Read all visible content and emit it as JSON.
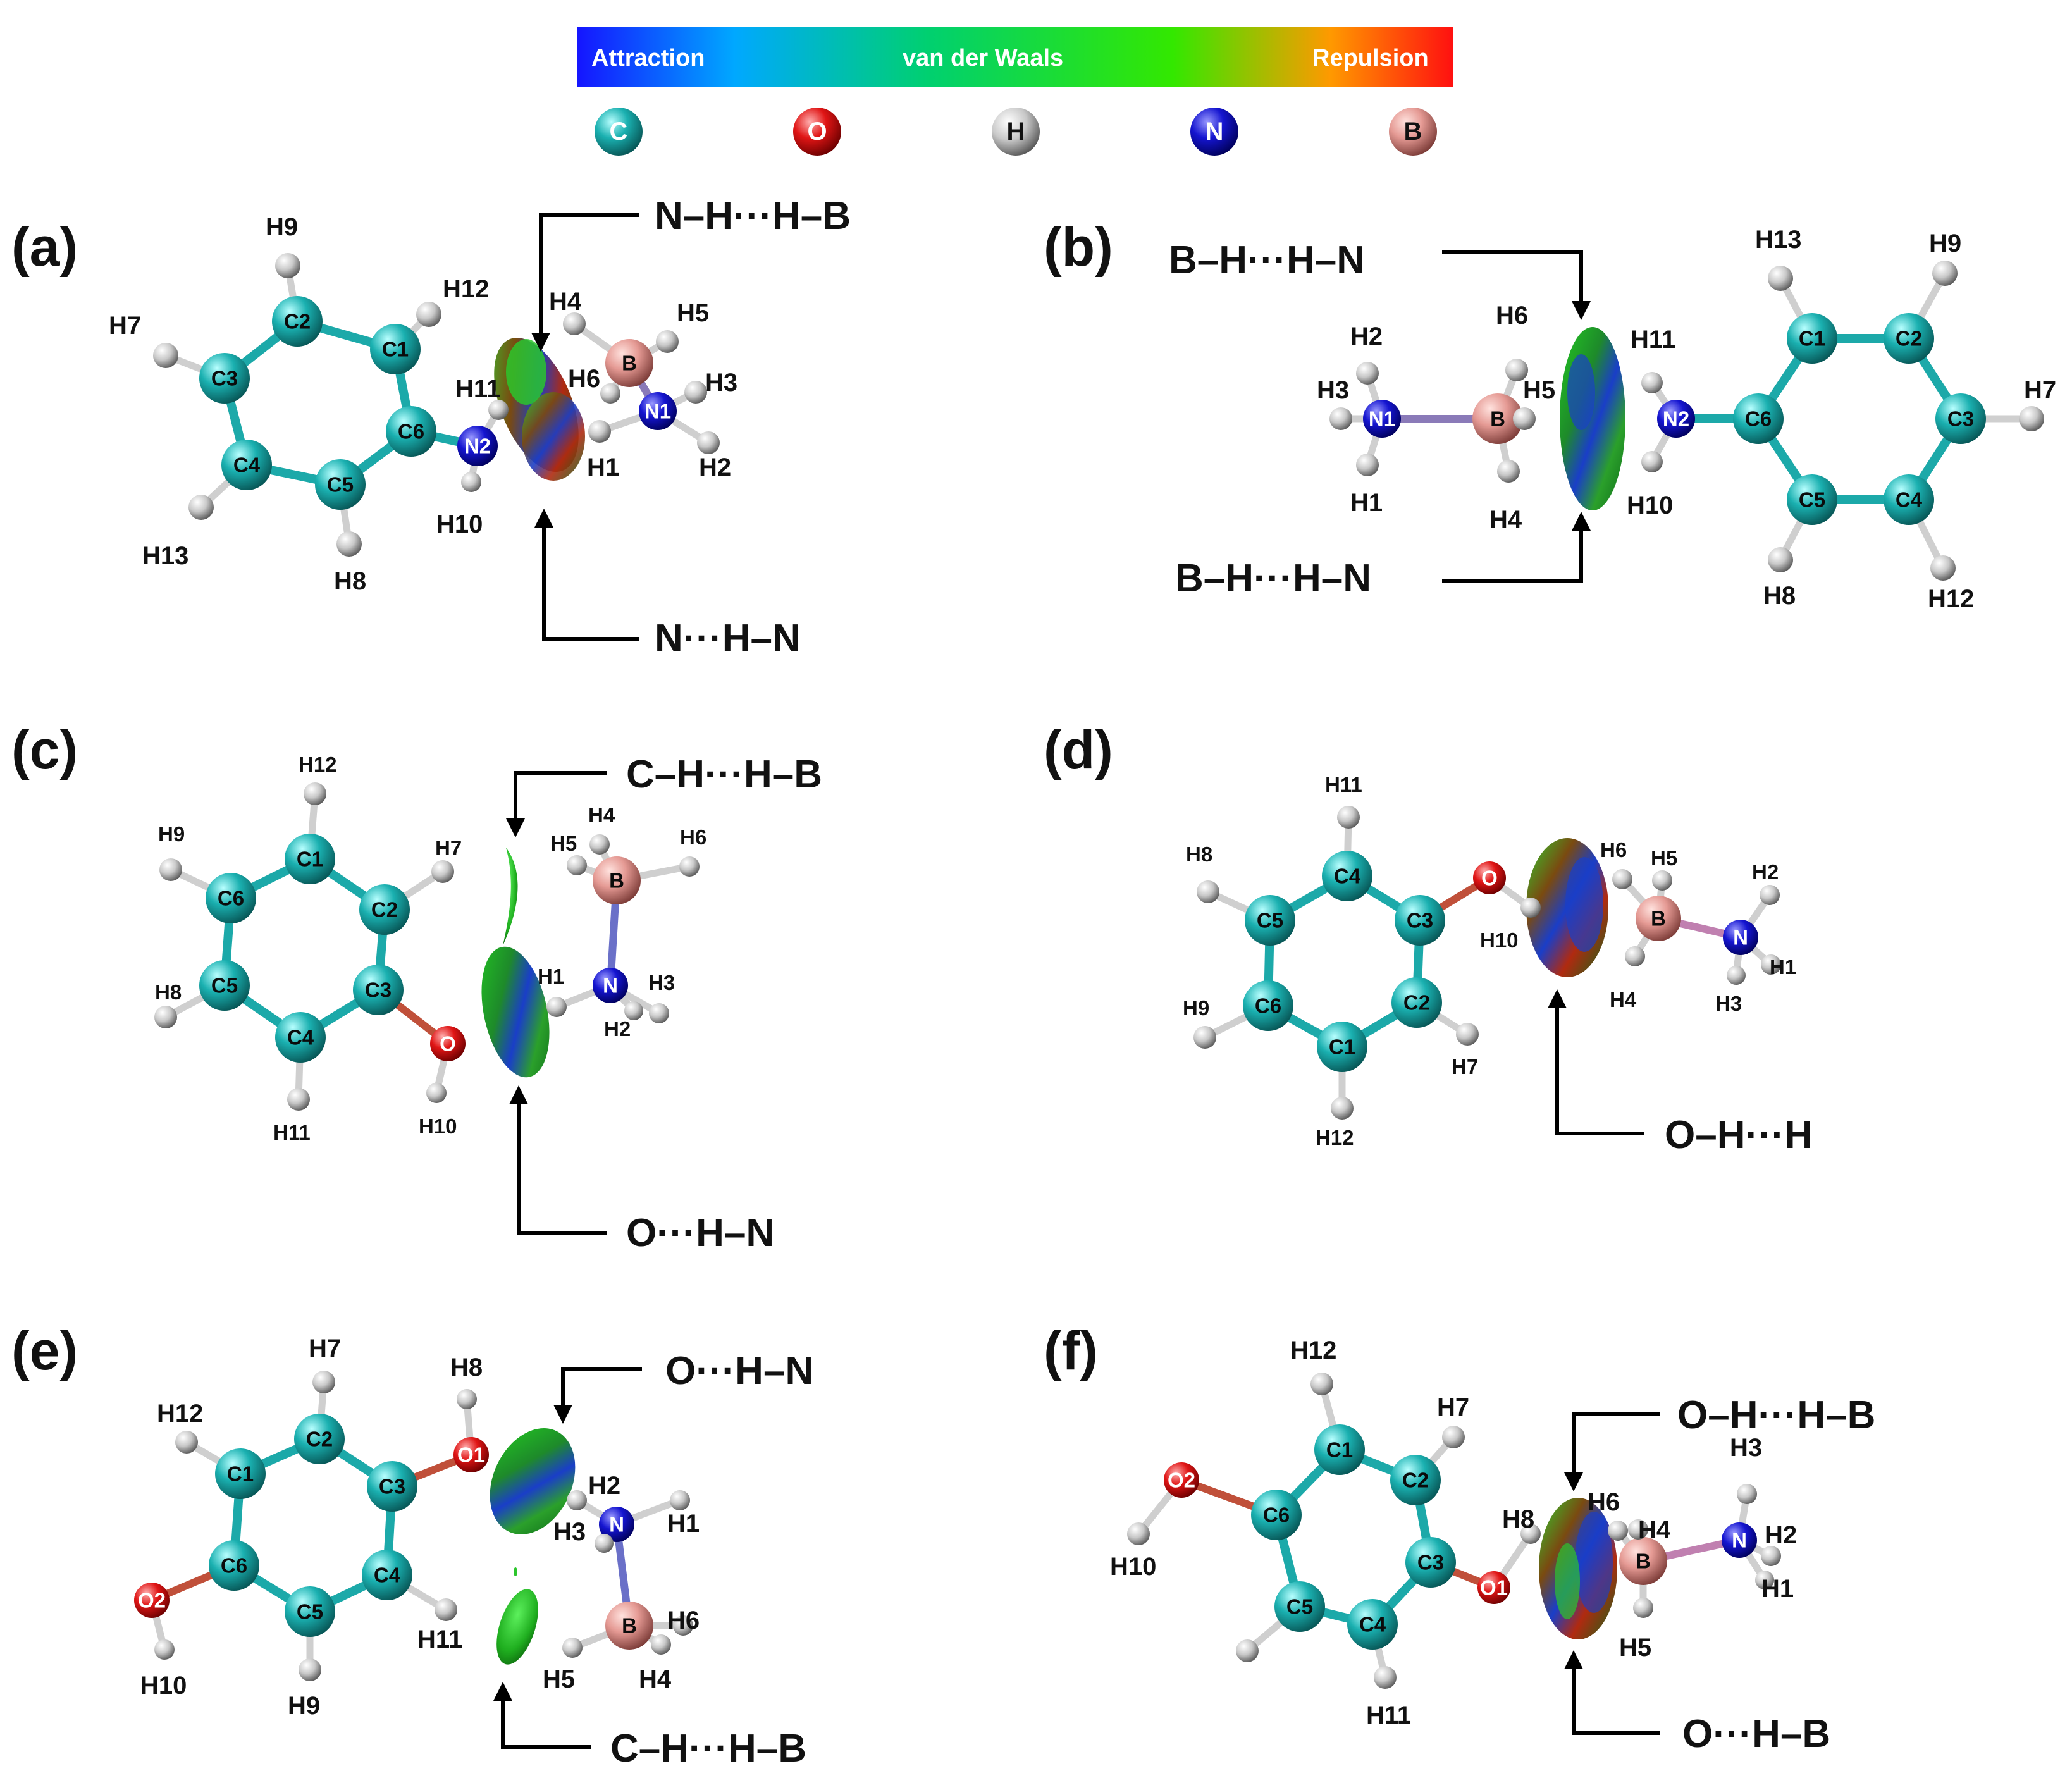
{
  "legend": {
    "attraction": "Attraction",
    "vdw": "van der Waals",
    "repulsion": "Repulsion",
    "gradient": [
      "#1515ff",
      "#00b8ff",
      "#00e060",
      "#33e800",
      "#ff9900",
      "#ff1010"
    ]
  },
  "atom_key": [
    {
      "symbol": "C",
      "color": "#1aa7a7"
    },
    {
      "symbol": "O",
      "color": "#e01010"
    },
    {
      "symbol": "H",
      "color": "#9a9a9a"
    },
    {
      "symbol": "N",
      "color": "#1212c8"
    },
    {
      "symbol": "B",
      "color": "#d98c86"
    }
  ],
  "panels": {
    "a": {
      "letter": "(a)",
      "ann_top": "N–H···H–B",
      "ann_bottom": "N···H–N",
      "atoms": {
        "C1": "C1",
        "C2": "C2",
        "C3": "C3",
        "C4": "C4",
        "C5": "C5",
        "C6": "C6",
        "N1": "N1",
        "N2": "N2",
        "B": "B",
        "H1": "H1",
        "H2": "H2",
        "H3": "H3",
        "H4": "H4",
        "H5": "H5",
        "H6": "H6",
        "H7": "H7",
        "H8": "H8",
        "H9": "H9",
        "H10": "H10",
        "H11": "H11",
        "H12": "H12",
        "H13": "H13"
      }
    },
    "b": {
      "letter": "(b)",
      "ann_top": "B–H···H–N",
      "ann_bottom": "B–H···H–N",
      "atoms": {
        "C1": "C1",
        "C2": "C2",
        "C3": "C3",
        "C4": "C4",
        "C5": "C5",
        "C6": "C6",
        "N1": "N1",
        "N2": "N2",
        "B": "B",
        "H1": "H1",
        "H2": "H2",
        "H3": "H3",
        "H4": "H4",
        "H5": "H5",
        "H6": "H6",
        "H7": "H7",
        "H8": "H8",
        "H9": "H9",
        "H10": "H10",
        "H11": "H11",
        "H12": "H12",
        "H13": "H13"
      }
    },
    "c": {
      "letter": "(c)",
      "ann_top": "C–H···H–B",
      "ann_bottom": "O···H–N",
      "atoms": {
        "C1": "C1",
        "C2": "C2",
        "C3": "C3",
        "C4": "C4",
        "C5": "C5",
        "C6": "C6",
        "O": "O",
        "N": "N",
        "B": "B",
        "H1": "H1",
        "H2": "H2",
        "H3": "H3",
        "H4": "H4",
        "H5": "H5",
        "H6": "H6",
        "H7": "H7",
        "H8": "H8",
        "H9": "H9",
        "H10": "H10",
        "H11": "H11",
        "H12": "H12"
      }
    },
    "d": {
      "letter": "(d)",
      "ann_bottom": "O–H···H",
      "atoms": {
        "C1": "C1",
        "C2": "C2",
        "C3": "C3",
        "C4": "C4",
        "C5": "C5",
        "C6": "C6",
        "O": "O",
        "N": "N",
        "B": "B",
        "H1": "H1",
        "H2": "H2",
        "H3": "H3",
        "H4": "H4",
        "H5": "H5",
        "H6": "H6",
        "H7": "H7",
        "H8": "H8",
        "H9": "H9",
        "H10": "H10",
        "H11": "H11",
        "H12": "H12"
      }
    },
    "e": {
      "letter": "(e)",
      "ann_top": "O···H–N",
      "ann_bottom": "C–H···H–B",
      "atoms": {
        "C1": "C1",
        "C2": "C2",
        "C3": "C3",
        "C4": "C4",
        "C5": "C5",
        "C6": "C6",
        "O1": "O1",
        "O2": "O2",
        "N": "N",
        "B": "B",
        "H1": "H1",
        "H2": "H2",
        "H3": "H3",
        "H4": "H4",
        "H5": "H5",
        "H6": "H6",
        "H7": "H7",
        "H8": "H8",
        "H9": "H9",
        "H10": "H10",
        "H11": "H11",
        "H12": "H12"
      }
    },
    "f": {
      "letter": "(f)",
      "ann_top": "O–H···H–B",
      "ann_bottom": "O···H–B",
      "atoms": {
        "C1": "C1",
        "C2": "C2",
        "C3": "C3",
        "C4": "C4",
        "C5": "C5",
        "C6": "C6",
        "O1": "O1",
        "O2": "O2",
        "N": "N",
        "B": "B",
        "H1": "H1",
        "H2": "H2",
        "H3": "H3",
        "H4": "H4",
        "H5": "H5",
        "H6": "H6",
        "H7": "H7",
        "H8": "H8",
        "H10": "H10",
        "H11": "H11",
        "H12": "H12"
      }
    }
  }
}
